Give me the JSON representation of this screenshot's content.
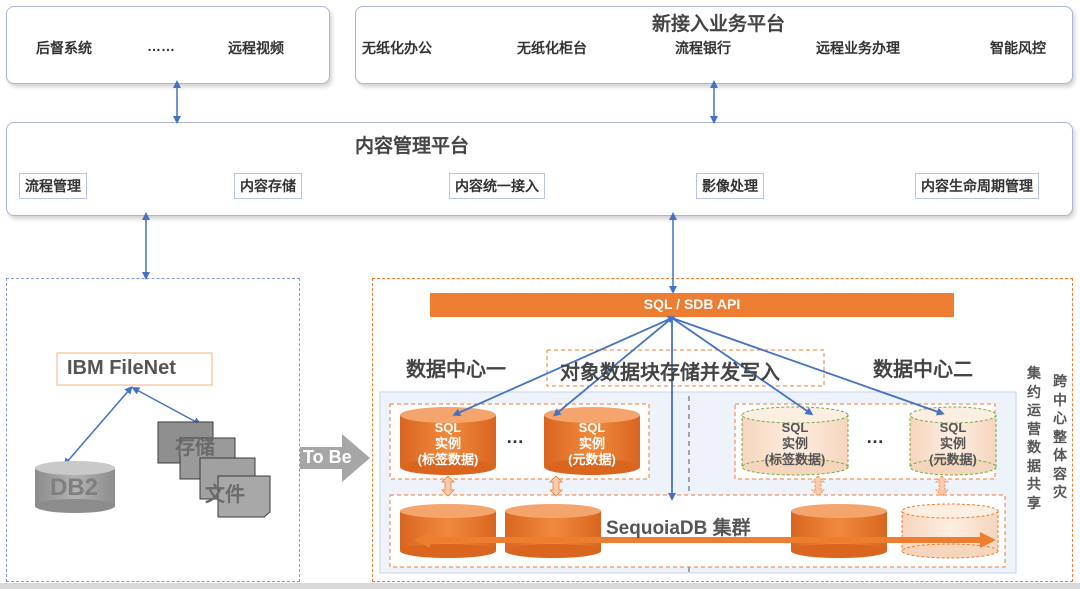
{
  "top_left": {
    "items": [
      "后督系统",
      "……",
      "远程视频"
    ]
  },
  "new_platform": {
    "title": "新接入业务平台",
    "items": [
      "无纸化办公",
      "无纸化柜台",
      "流程银行",
      "远程业务办理",
      "智能风控"
    ]
  },
  "content_platform": {
    "title": "内容管理平台",
    "items": [
      "流程管理",
      "内容存储",
      "内容统一接入",
      "影像处理",
      "内容生命周期管理"
    ]
  },
  "legacy": {
    "filenet": "IBM FileNet",
    "db": "DB2",
    "storage_label": "存储",
    "file_label": "文件"
  },
  "arrow_label": "To Be",
  "api_bar": "SQL / SDB API",
  "dc1": "数据中心一",
  "dc2": "数据中心二",
  "concurrent_write": "对象数据块存储并发写入",
  "sql_instances": [
    {
      "line1": "SQL",
      "line2": "实例",
      "line3": "(标签数据)"
    },
    {
      "line1": "SQL",
      "line2": "实例",
      "line3": "(元数据)"
    },
    {
      "line1": "SQL",
      "line2": "实例",
      "line3": "(标签数据)"
    },
    {
      "line1": "SQL",
      "line2": "实例",
      "line3": "(元数据)"
    }
  ],
  "ellipsis": "…",
  "cluster": "SequoiaDB 集群",
  "side_text_1": "集约运营数据共享",
  "side_text_2": "跨中心整体容灾",
  "colors": {
    "orange": "#ed7d31",
    "light_orange": "#fbe5d6",
    "blue_line": "#4472c4",
    "gray": "#a6a6a6"
  }
}
